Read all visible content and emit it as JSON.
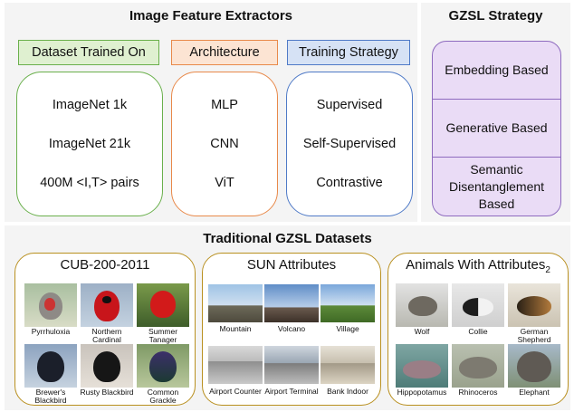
{
  "extractors": {
    "title": "Image Feature Extractors",
    "columns": [
      {
        "header": "Dataset Trained On",
        "items": [
          "ImageNet 1k",
          "ImageNet 21k",
          "400M <I,T> pairs"
        ],
        "color": "#6ab04c",
        "fill": "#dff0d0"
      },
      {
        "header": "Architecture",
        "items": [
          "MLP",
          "CNN",
          "ViT"
        ],
        "color": "#e8894a",
        "fill": "#fce4d3"
      },
      {
        "header": "Training Strategy",
        "items": [
          "Supervised",
          "Self-Supervised",
          "Contrastive"
        ],
        "color": "#4f7ac7",
        "fill": "#d6e2f5"
      }
    ]
  },
  "gzsl": {
    "title": "GZSL Strategy",
    "items": [
      "Embedding Based",
      "Generative Based",
      "Semantic Disentanglement Based"
    ]
  },
  "datasets": {
    "title": "Traditional GZSL Datasets",
    "groups": [
      {
        "name": "CUB-200-2011",
        "items": [
          "Pyrrhuloxia",
          "Northern Cardinal",
          "Summer Tanager",
          "Brewer's Blackbird",
          "Rusty Blackbird",
          "Common Grackle"
        ]
      },
      {
        "name": "SUN Attributes",
        "items": [
          "Mountain",
          "Volcano",
          "Village",
          "Airport Counter",
          "Airport Terminal",
          "Bank Indoor"
        ]
      },
      {
        "name": "Animals With Attributes",
        "subscript": "2",
        "items": [
          "Wolf",
          "Collie",
          "German Shepherd",
          "Hippopotamus",
          "Rhinoceros",
          "Elephant"
        ]
      }
    ]
  }
}
